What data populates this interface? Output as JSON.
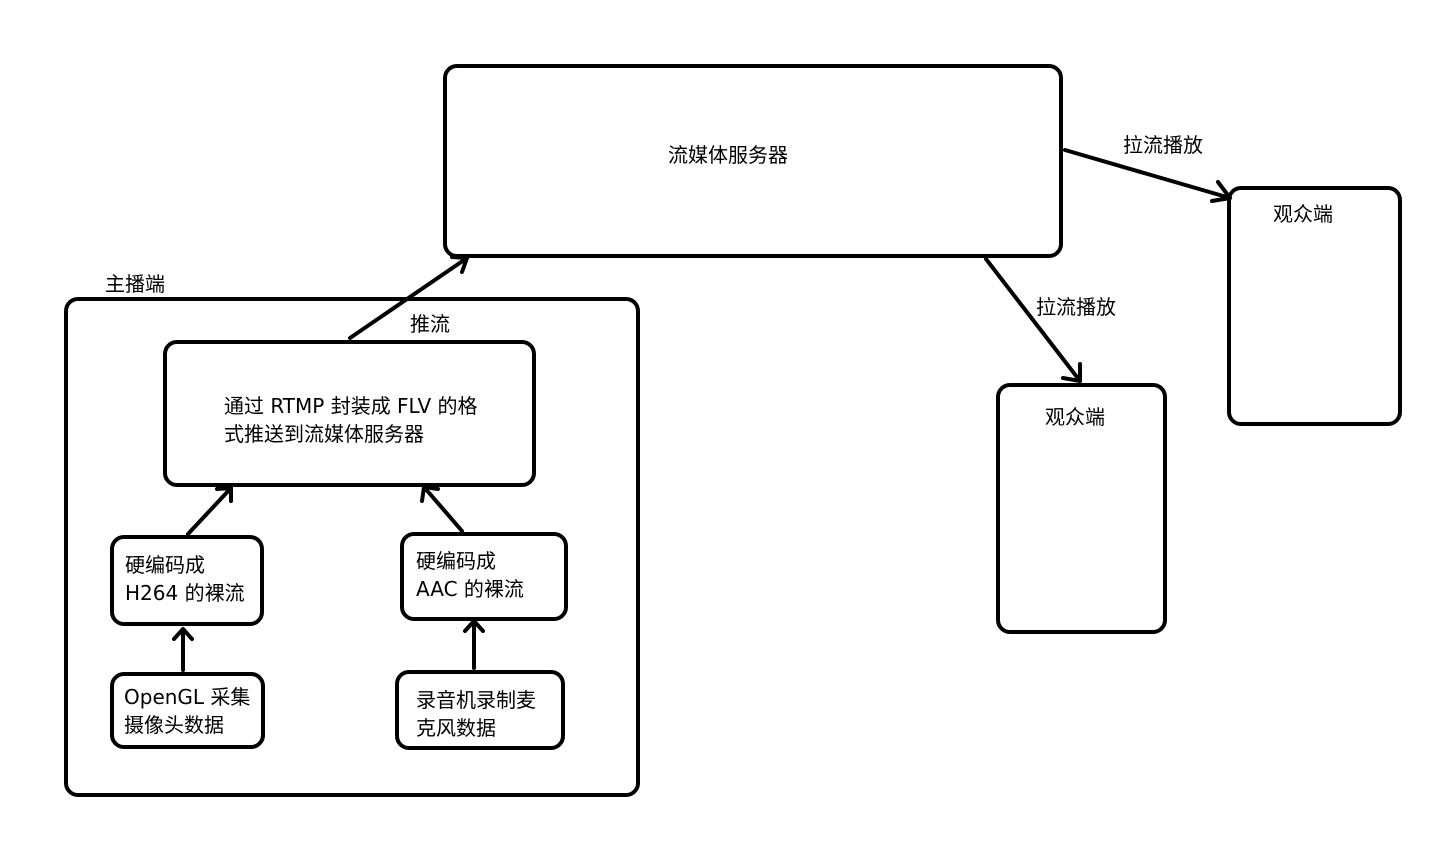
{
  "server": {
    "label": "流媒体服务器"
  },
  "broadcaster": {
    "label": "主播端"
  },
  "push": {
    "label": "推流",
    "box_line1": "通过 RTMP 封装成 FLV 的格",
    "box_line2": "式推送到流媒体服务器"
  },
  "video_encode": {
    "line1": "硬编码成",
    "line2": "H264 的裸流"
  },
  "audio_encode": {
    "line1": "硬编码成",
    "line2": "AAC 的裸流"
  },
  "video_capture": {
    "line1": "OpenGL 采集",
    "line2": "摄像头数据"
  },
  "audio_capture": {
    "line1": "录音机录制麦",
    "line2": "克风数据"
  },
  "pull": {
    "label_right": "拉流播放",
    "label_lower": "拉流播放"
  },
  "viewers": [
    {
      "label": "观众端"
    },
    {
      "label": "观众端"
    }
  ]
}
